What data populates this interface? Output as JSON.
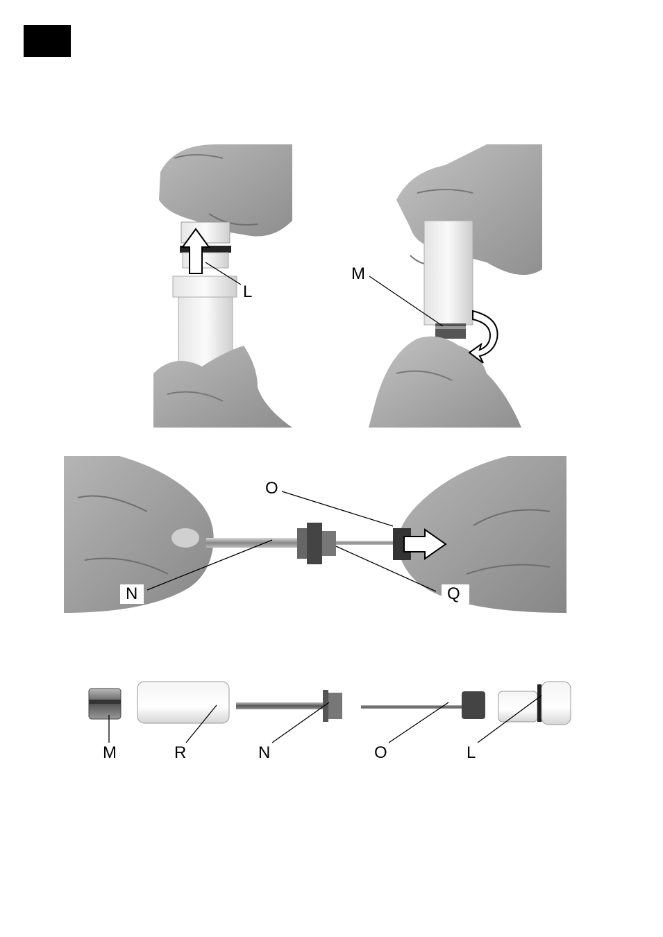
{
  "figure_1": {
    "labels": {
      "l": "L"
    }
  },
  "figure_2": {
    "labels": {
      "m": "M"
    }
  },
  "figure_3": {
    "labels": {
      "o": "O",
      "n": "N",
      "q": "Q"
    }
  },
  "figure_4": {
    "labels": {
      "m": "M",
      "r": "R",
      "n": "N",
      "o": "O",
      "l": "L"
    }
  }
}
